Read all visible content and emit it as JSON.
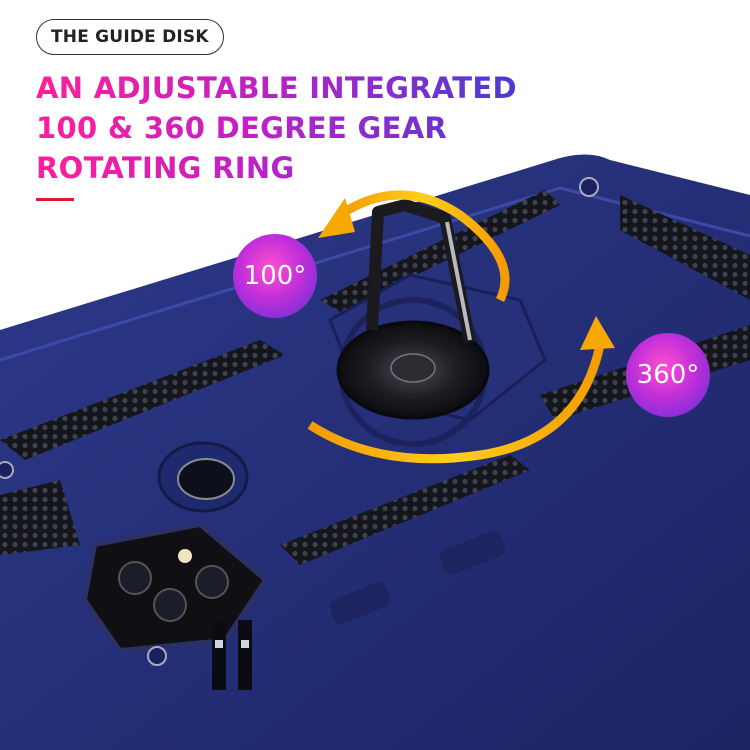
{
  "badge": {
    "text": "THE GUIDE DISK"
  },
  "headline": {
    "line1": "AN ADJUSTABLE INTEGRATED",
    "line2": "100 & 360 DEGREE GEAR",
    "line3": "ROTATING RING"
  },
  "labels": {
    "deg_100": "100°",
    "deg_360": "360°"
  },
  "colors": {
    "case": "#26307a",
    "accent_gradient_start": "#ff1f9a",
    "accent_gradient_end": "#4a3bd4",
    "arrow": "#f6a800",
    "divider": "#d81e2c"
  },
  "icons": [
    "rotation-arrow-icon",
    "ring-holder-icon",
    "camera-module-icon",
    "fingerprint-sensor-icon"
  ]
}
